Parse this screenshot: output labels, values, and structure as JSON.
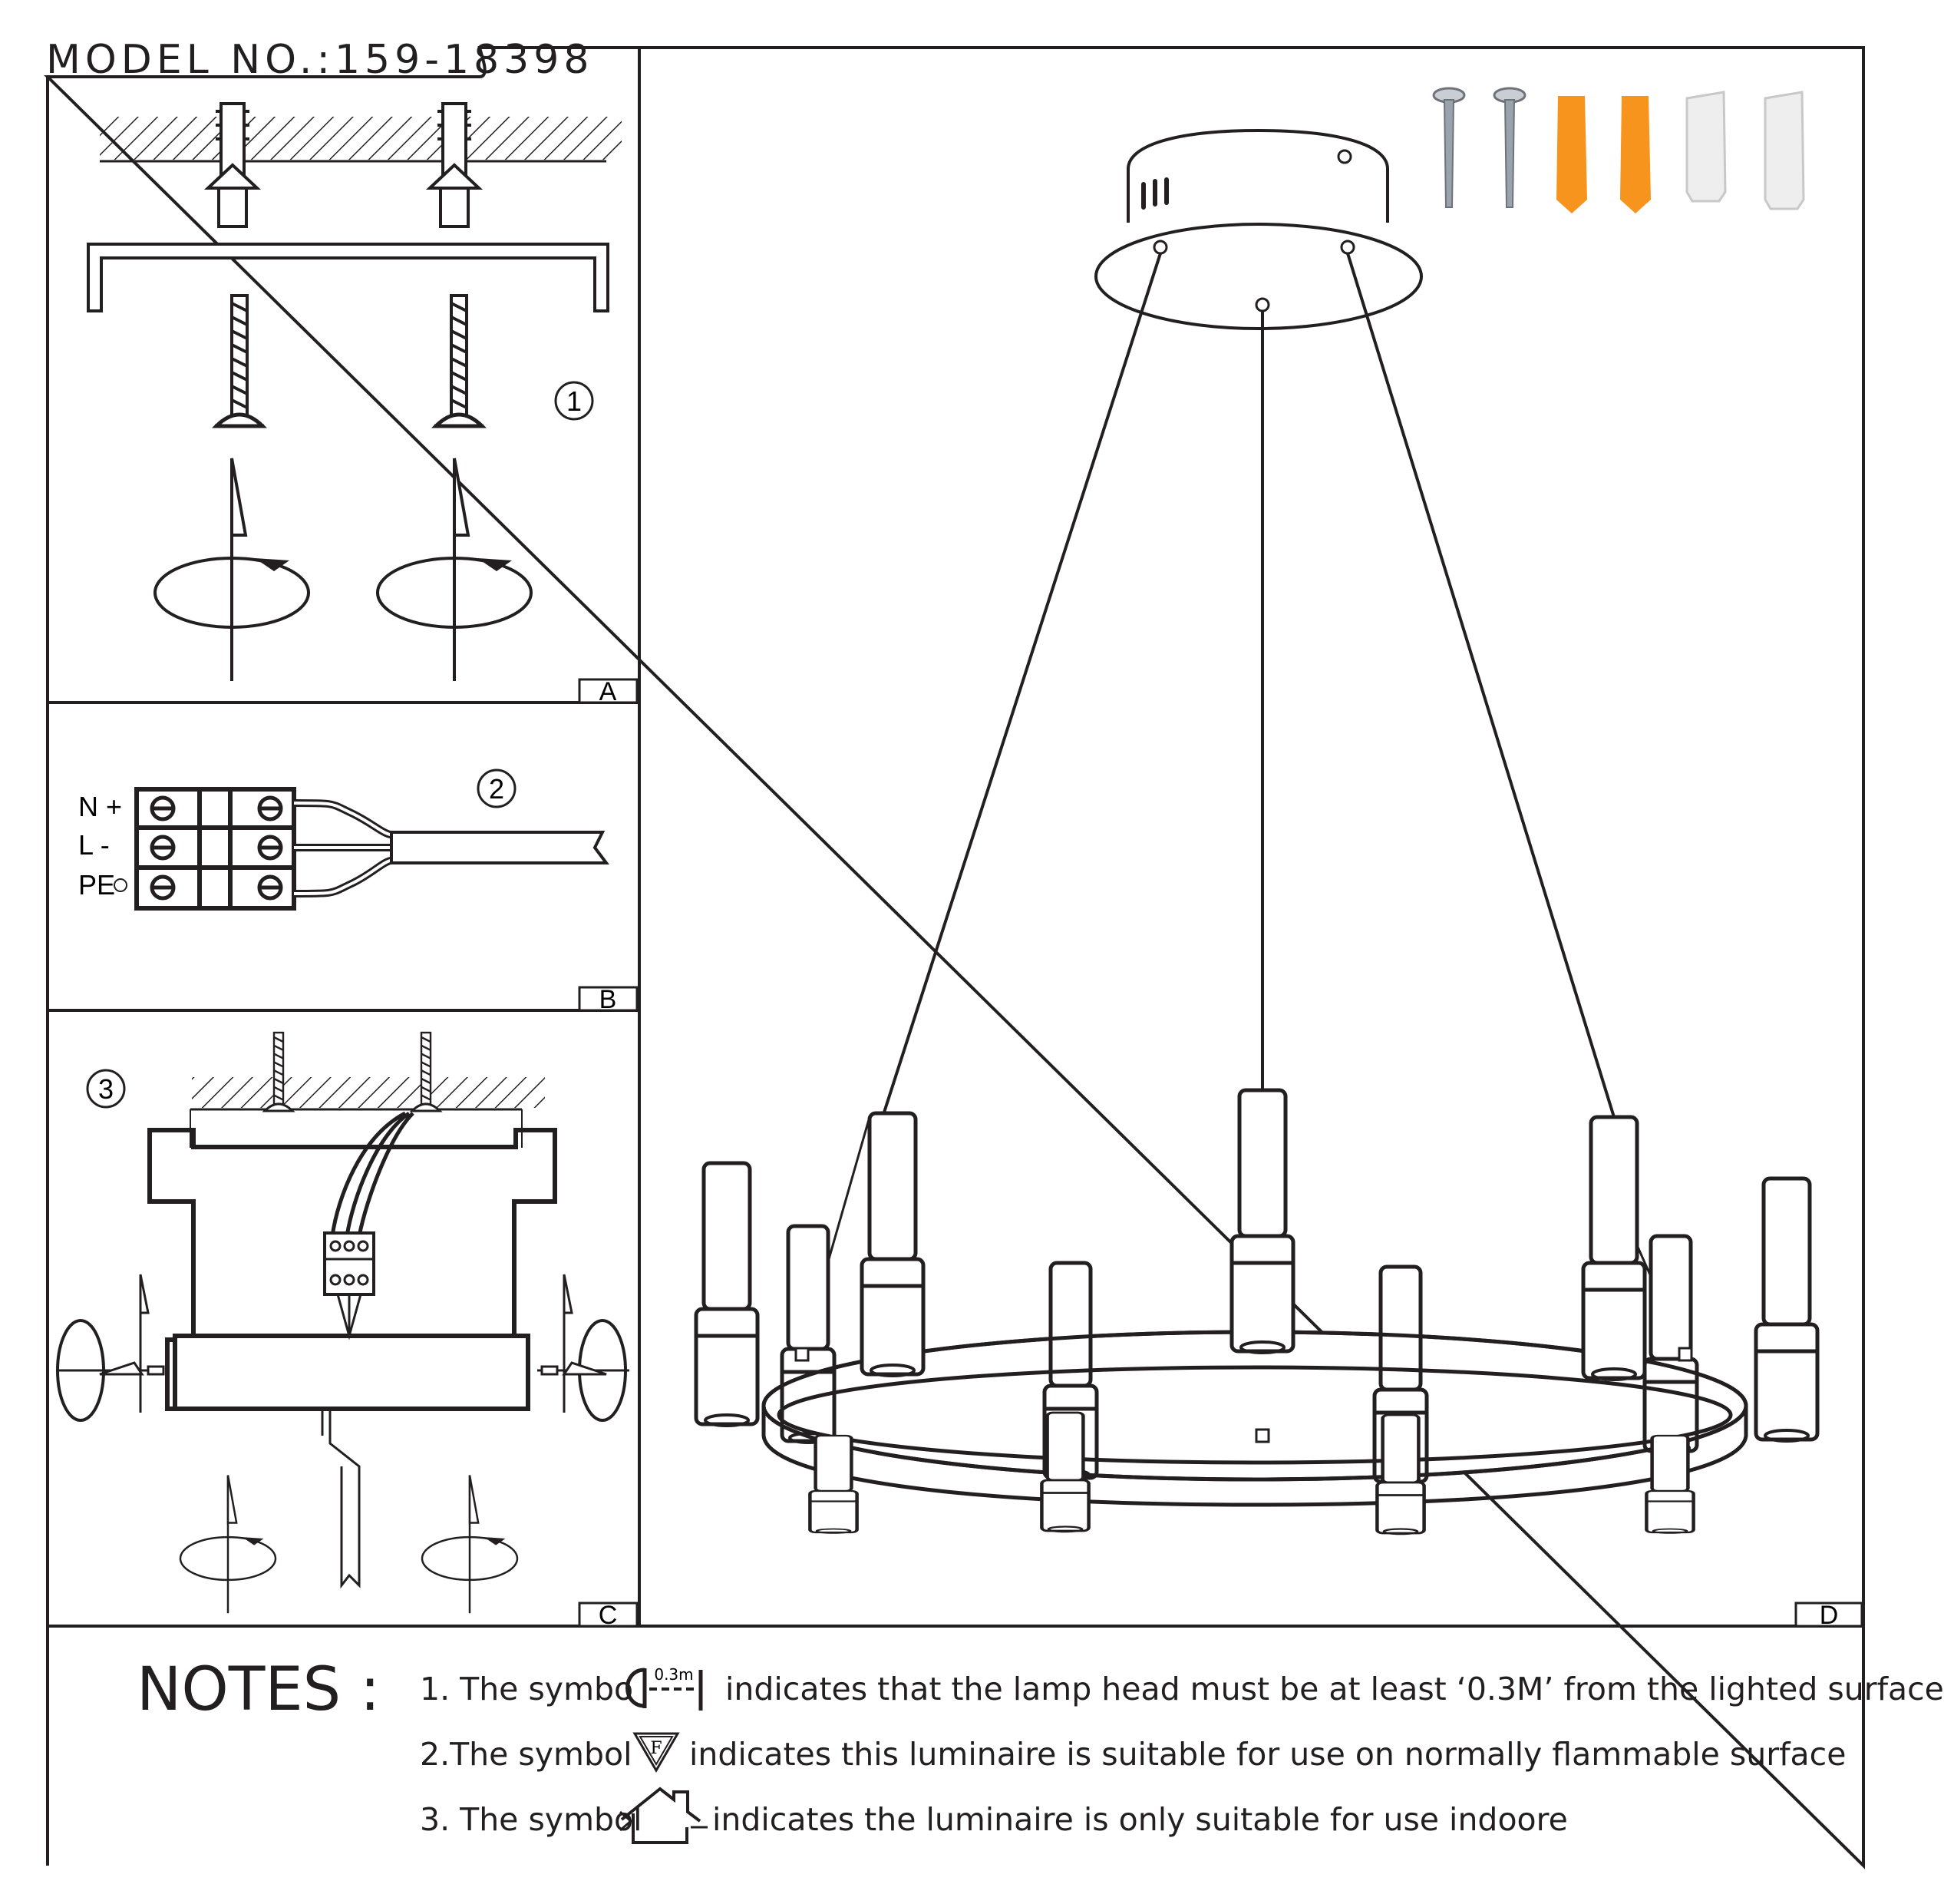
{
  "header": {
    "model_label": "MODEL NO.:159-18398"
  },
  "panels": {
    "a": {
      "letter": "A",
      "step": "1"
    },
    "b": {
      "letter": "B",
      "step": "2",
      "terminals": [
        "N +",
        "L -",
        "PE"
      ]
    },
    "c": {
      "letter": "C",
      "step": "3"
    },
    "d": {
      "letter": "D"
    }
  },
  "notes": {
    "title": "NOTES :",
    "items": [
      {
        "prefix": "1. The symbo",
        "symbol_text": "0.3m",
        "text": "indicates that the lamp head must be at least ‘0.3M’ from the lighted surface"
      },
      {
        "prefix": "2.The symbol",
        "symbol_text": "F",
        "text": "indicates this luminaire is suitable for use on normally flammable surface"
      },
      {
        "prefix": "3. The symbol",
        "text": "indicates the luminaire is only suitable for use indoore"
      }
    ]
  },
  "colors": {
    "line": "#231f20",
    "anchor": "#f7941d",
    "screw": "#9aa3ab",
    "connector": "#e8e8e8"
  },
  "icons": [
    "screw-icon",
    "wall-anchor-icon",
    "wire-connector-icon",
    "rotation-arrow-icon",
    "terminal-block-icon",
    "distance-symbol-icon",
    "flammable-surface-icon",
    "indoor-house-icon"
  ]
}
